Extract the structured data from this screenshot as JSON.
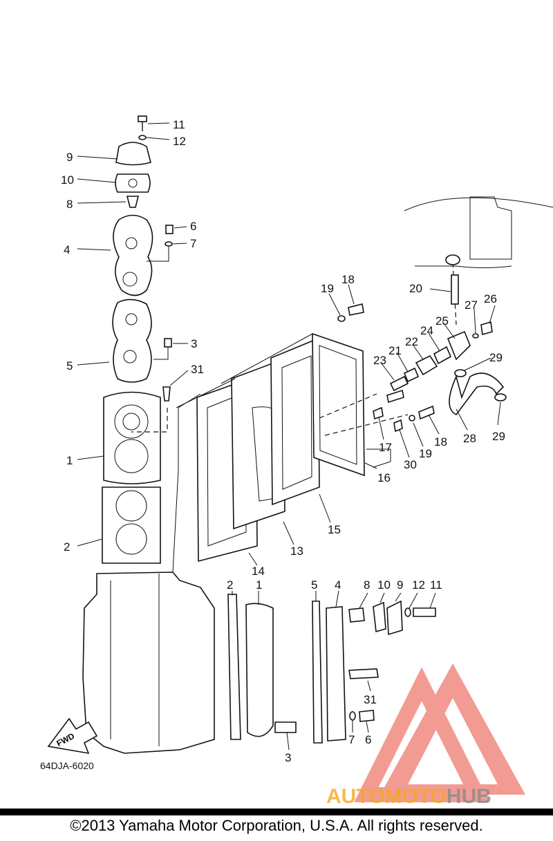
{
  "diagram_code": "64DJA-6020",
  "fwd_label": "FWD",
  "copyright": "©2013 Yamaha Motor Corporation, U.S.A. All rights reserved.",
  "watermark": {
    "brand_part1": "AUTOMOTO",
    "brand_part2": "HUB",
    "color1": "#f5a623",
    "color2": "#8a8a8a",
    "logo_color": "#e84a3c"
  },
  "callouts": {
    "c11a": "11",
    "c12a": "12",
    "c9a": "9",
    "c10a": "10",
    "c8a": "8",
    "c6a": "6",
    "c7a": "7",
    "c4a": "4",
    "c3a": "3",
    "c5a": "5",
    "c31a": "31",
    "c1a": "1",
    "c2a": "2",
    "c19a": "19",
    "c18a": "18",
    "c20": "20",
    "c27": "27",
    "c26": "26",
    "c25": "25",
    "c24": "24",
    "c22": "22",
    "c21": "21",
    "c23": "23",
    "c29a": "29",
    "c28": "28",
    "c29b": "29",
    "c18b": "18",
    "c19b": "19",
    "c30": "30",
    "c17": "17",
    "c16": "16",
    "c15": "15",
    "c13": "13",
    "c14": "14",
    "c2b": "2",
    "c1b": "1",
    "c5b": "5",
    "c4b": "4",
    "c8b": "8",
    "c10b": "10",
    "c9b": "9",
    "c12b": "12",
    "c11b": "11",
    "c31b": "31",
    "c7b": "7",
    "c6b": "6",
    "c3b": "3"
  }
}
